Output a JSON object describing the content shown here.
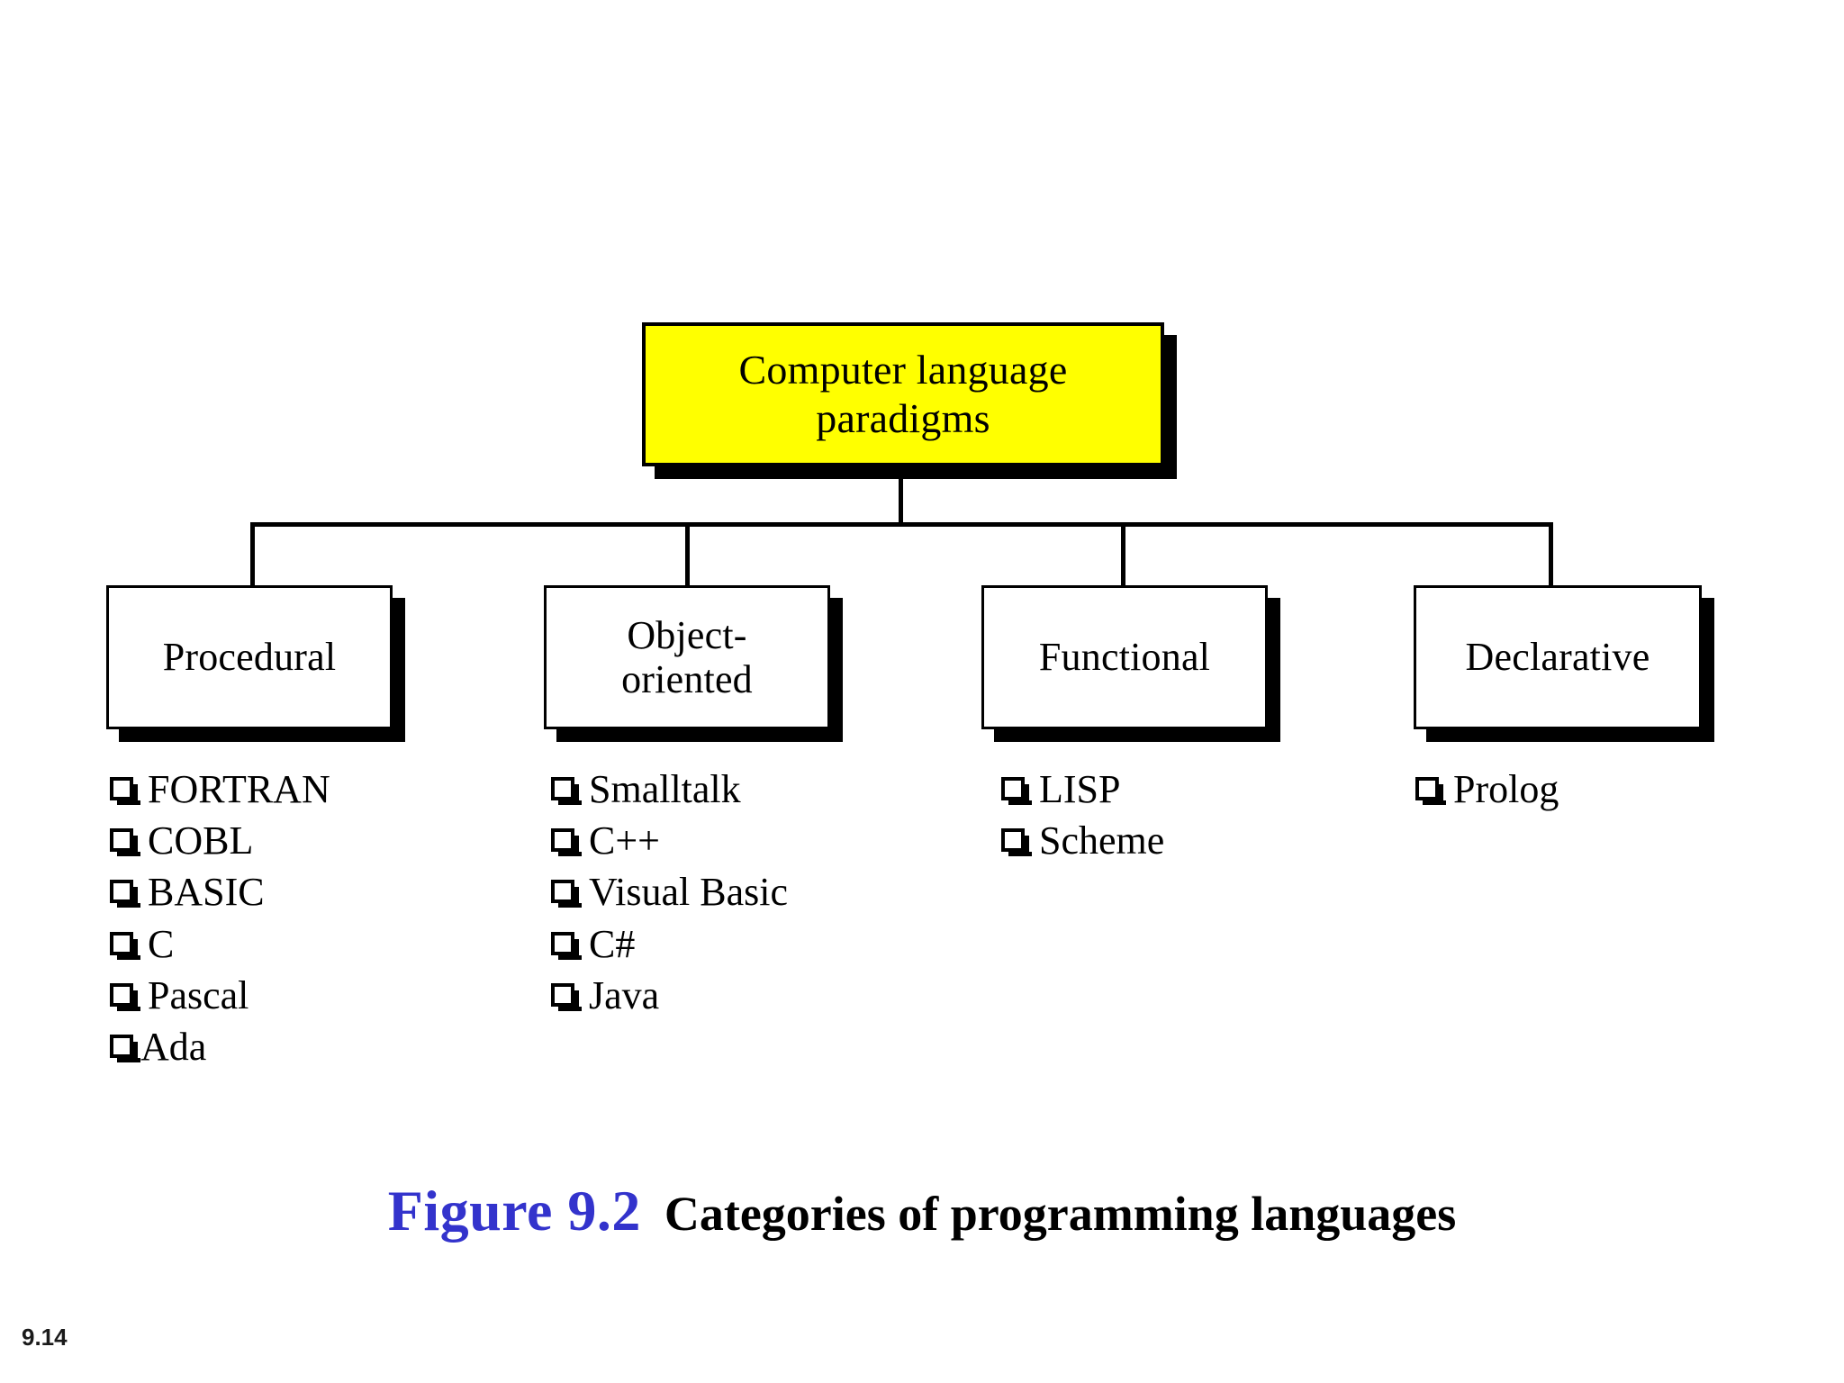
{
  "slide": {
    "number": "9.14",
    "background_color": "#ffffff"
  },
  "diagram": {
    "root": {
      "label": "Computer language\nparadigms",
      "fill_color": "#ffff00",
      "border_color": "#000000",
      "text_color": "#000000"
    },
    "categories": [
      {
        "label": "Procedural",
        "languages": [
          "FORTRAN",
          "COBL",
          "BASIC",
          "C",
          "Pascal",
          "Ada"
        ]
      },
      {
        "label": "Object-\noriented",
        "languages": [
          "Smalltalk",
          "C++",
          "Visual Basic",
          "C#",
          "Java"
        ]
      },
      {
        "label": "Functional",
        "languages": [
          "LISP",
          "Scheme"
        ]
      },
      {
        "label": "Declarative",
        "languages": [
          "Prolog"
        ]
      }
    ]
  },
  "caption": {
    "figure_label": "Figure 9.2",
    "figure_label_color": "#3333cc",
    "title": "Categories of programming languages",
    "title_color": "#000000"
  }
}
